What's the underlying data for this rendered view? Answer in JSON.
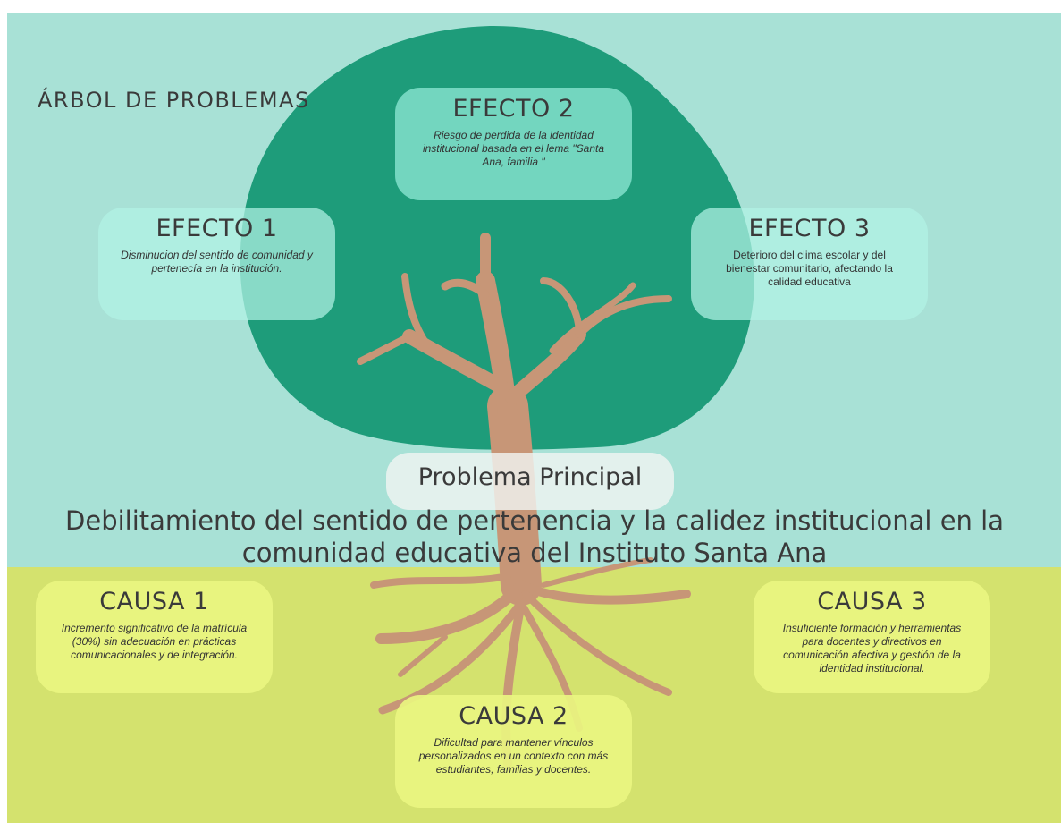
{
  "colors": {
    "sky": "#a8e1d6",
    "ground": "#d4e26e",
    "canopy": "#1e9c7a",
    "trunk": "#c79677",
    "effect_box": "#b2f2e4",
    "cause_box": "#e9f580"
  },
  "title": "ÁRBOL DE PROBLEMAS",
  "effects": [
    {
      "heading": "EFECTO 1",
      "text": "Disminucion del sentido de comunidad y pertenecía en la institución."
    },
    {
      "heading": "EFECTO 2",
      "text": "Riesgo de perdida de la identidad institucional basada en el lema \"Santa Ana, familia \""
    },
    {
      "heading": "EFECTO 3",
      "text": "Deterioro del clima escolar y del bienestar comunitario, afectando la calidad educativa"
    }
  ],
  "problem": {
    "label": "Problema Principal",
    "text": "Debilitamiento del sentido de pertenencia y la calidez institucional en la comunidad educativa del Instituto Santa Ana"
  },
  "causes": [
    {
      "heading": "CAUSA 1",
      "text": "Incremento significativo de la matrícula (30%) sin adecuación en prácticas comunicacionales y de integración."
    },
    {
      "heading": "CAUSA 2",
      "text": "Dificultad para mantener vínculos personalizados en un contexto con más estudiantes, familias y docentes."
    },
    {
      "heading": "CAUSA 3",
      "text": "Insuficiente formación y herramientas para docentes y directivos en comunicación afectiva y gestión de la identidad institucional."
    }
  ]
}
